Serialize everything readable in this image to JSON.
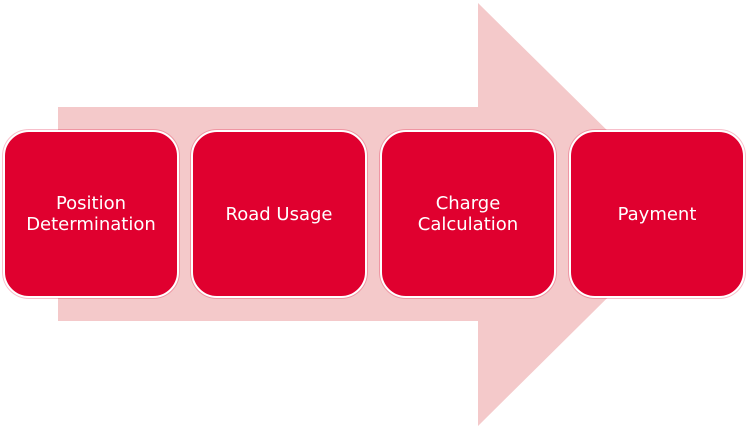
{
  "diagram": {
    "arrow_color": "#f4c9ca",
    "box_color": "#e0002f",
    "text_color": "#ffffff",
    "steps": [
      {
        "label": "Position Determination"
      },
      {
        "label": "Road Usage"
      },
      {
        "label": "Charge Calculation"
      },
      {
        "label": "Payment"
      }
    ]
  }
}
